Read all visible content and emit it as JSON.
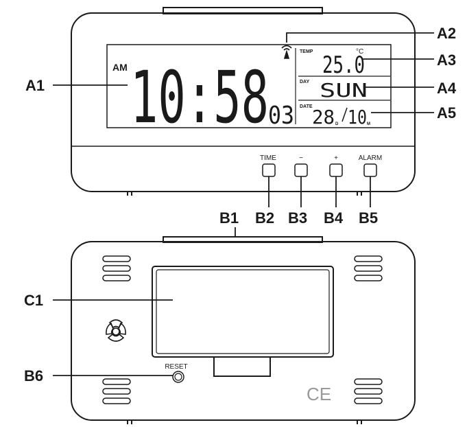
{
  "front": {
    "display": {
      "am_label": "AM",
      "time": "10:58",
      "seconds": "03",
      "temp_label": "TEMP",
      "temp_value": "25.0",
      "temp_unit": "°C",
      "day_label": "DAY",
      "day_value": "SUN",
      "date_label": "DATE",
      "date_day": "28",
      "date_month": "10",
      "date_day_unit": "D",
      "date_month_unit": "M"
    },
    "buttons": [
      "TIME",
      "−",
      "+",
      "ALARM"
    ]
  },
  "back": {
    "reset_label": "RESET",
    "ce_mark": "CE"
  },
  "callouts": {
    "A1": "A1",
    "A2": "A2",
    "A3": "A3",
    "A4": "A4",
    "A5": "A5",
    "B1": "B1",
    "B2": "B2",
    "B3": "B3",
    "B4": "B4",
    "B5": "B5",
    "B6": "B6",
    "C1": "C1"
  },
  "colors": {
    "ink": "#1a1a1a",
    "background": "#ffffff"
  }
}
